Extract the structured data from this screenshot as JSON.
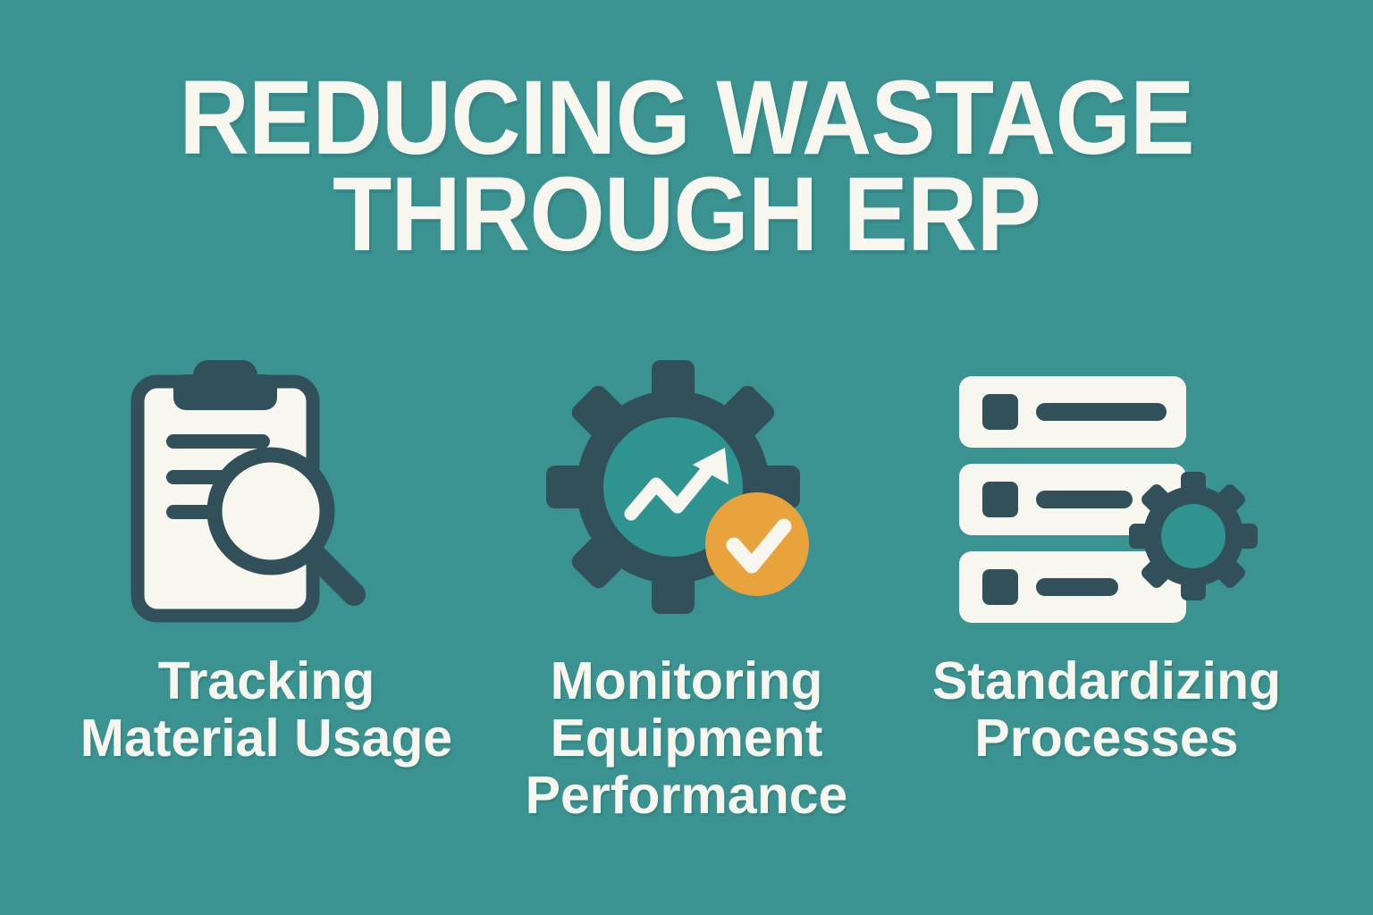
{
  "page": {
    "background_color": "#3a9390",
    "ink_color": "#32505a",
    "cream_color": "#f8f7ef",
    "accent_color": "#e9a33c"
  },
  "title": {
    "line1": "REDUCING WASTAGE",
    "line2": "THROUGH ERP",
    "color": "#f8f7ef"
  },
  "columns": [
    {
      "id": "tracking-material-usage",
      "caption": "Tracking\nMaterial Usage",
      "icon_name": "clipboard-magnifier-icon",
      "icon_parts": [
        "clipboard",
        "clipboard-clip",
        "document-line-1",
        "document-line-2",
        "document-line-3",
        "magnifier-lens",
        "magnifier-handle"
      ]
    },
    {
      "id": "monitoring-equipment-performance",
      "caption": "Monitoring\nEquipment\nPerformance",
      "icon_name": "gear-trendline-check-icon",
      "icon_parts": [
        "gear",
        "gear-center",
        "trend-arrow",
        "check-badge",
        "check-mark"
      ]
    },
    {
      "id": "standardizing-processes",
      "caption": "Standardizing\nProcesses",
      "icon_name": "checklist-gear-icon",
      "icon_parts": [
        "list-row-1",
        "list-row-2",
        "list-row-3",
        "checkbox",
        "line-bar",
        "settings-gear"
      ]
    }
  ]
}
